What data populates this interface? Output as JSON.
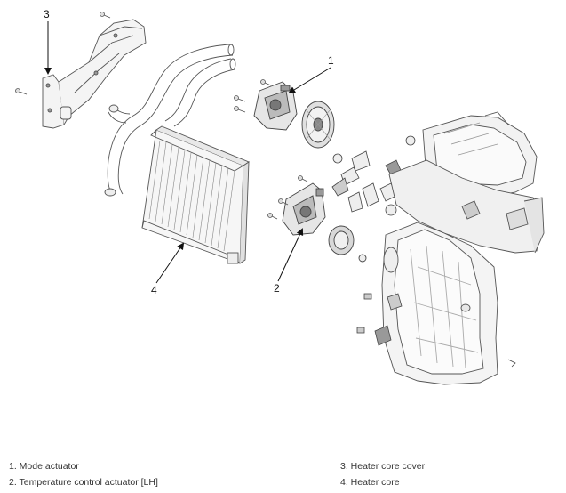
{
  "callouts": {
    "c1": "1",
    "c2": "2",
    "c3": "3",
    "c4": "4"
  },
  "legend": {
    "left": [
      "1. Mode actuator",
      "2. Temperature control actuator [LH]"
    ],
    "right": [
      "3. Heater core cover",
      "4. Heater core"
    ]
  },
  "colors": {
    "line": "#555555",
    "fill": "#f2f2f2",
    "dark": "#333333",
    "background": "#ffffff"
  },
  "icons": [
    "screw-icon",
    "arrow-icon"
  ]
}
